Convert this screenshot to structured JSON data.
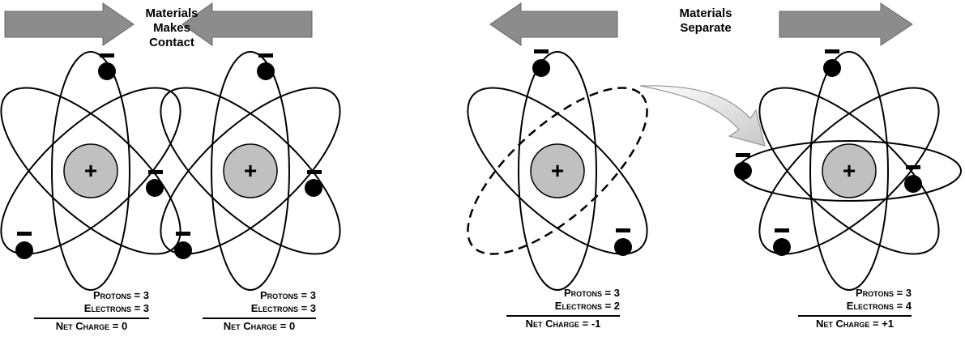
{
  "captions": {
    "contact": [
      "Materials",
      "Makes",
      "Contact"
    ],
    "separate": [
      "Materials",
      "Separate"
    ]
  },
  "nucleus_symbol": "+",
  "electron_symbol": "-",
  "atoms": [
    {
      "protons_label": "Protons = 3",
      "electrons_label": "Electrons = 3",
      "net_label": "Net Charge = 0"
    },
    {
      "protons_label": "Protons = 3",
      "electrons_label": "Electrons = 3",
      "net_label": "Net Charge = 0"
    },
    {
      "protons_label": "Protons = 3",
      "electrons_label": "Electrons = 2",
      "net_label": "Net Charge = -1"
    },
    {
      "protons_label": "Protons = 3",
      "electrons_label": "Electrons = 4",
      "net_label": "Net Charge = +1"
    }
  ],
  "colors": {
    "arrow_fill": "#8c8c8c",
    "nucleus_fill": "#c0c0c0",
    "transfer_arrow_fill": "#e6e6e6",
    "ink": "#000000"
  }
}
